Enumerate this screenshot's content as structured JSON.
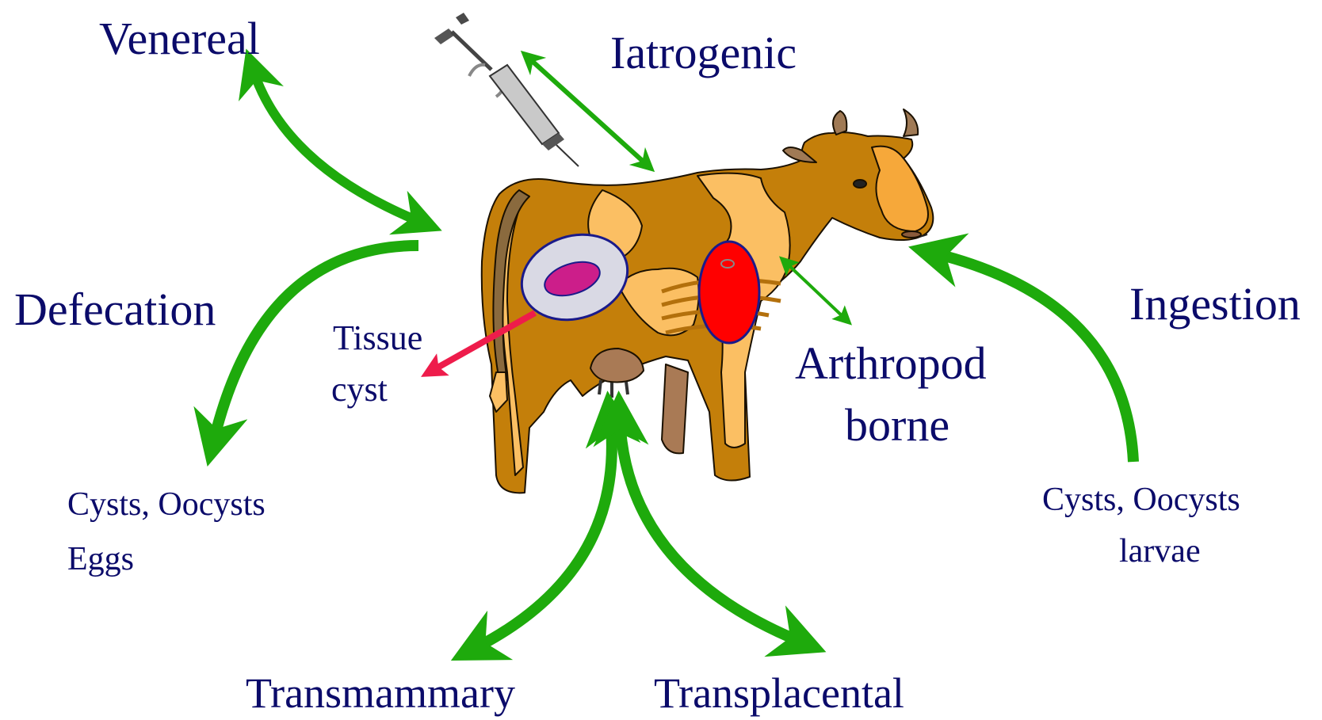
{
  "routes": {
    "venereal": "Venereal",
    "iatrogenic": "Iatrogenic",
    "defecation": "Defecation",
    "ingestion": "Ingestion",
    "tissue_cyst_line1": "Tissue",
    "tissue_cyst_line2": "cyst",
    "arthropod_line1": "Arthropod",
    "arthropod_line2": "borne",
    "transmammary": "Transmammary",
    "transplacental": "Transplacental",
    "defecation_products_line1": "Cysts, Oocysts",
    "defecation_products_line2": "Eggs",
    "ingestion_products_line1": "Cysts, Oocysts",
    "ingestion_products_line2": "larvae"
  },
  "colors": {
    "text": "#0b0b6a",
    "arrow": "#1eaa0c",
    "tissue_arrow": "#ee1c4b",
    "cow_body": "#c47f0a",
    "cow_patch": "#fbbf63",
    "heart": "#ff0000",
    "cyst_outer": "#d9d9e4",
    "cyst_inner": "#cc1e8a"
  },
  "icons": [
    "syringe-icon",
    "cow-illustration",
    "tissue-cyst-icon",
    "fetus-bag-icon"
  ]
}
